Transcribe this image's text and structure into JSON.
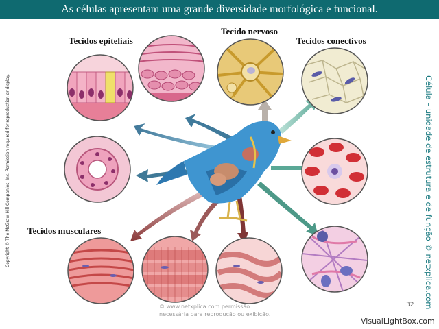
{
  "title": "As células apresentam uma grande diversidade morfológica e funcional.",
  "labels": {
    "epithelial": "Tecidos epiteliais",
    "nervous": "Tecido nervoso",
    "connective": "Tecidos conectivos",
    "muscular": "Tecidos musculares"
  },
  "side_left": "Copyright © The McGraw-Hill Companies, Inc. Permission required for reproduction or display.",
  "side_right": "Célula – unidade de estrutura e de função © netxplica.com",
  "page_number": "32",
  "watermark_line1": "© www.netxplica.com permissão",
  "watermark_line2": "necessária para reprodução ou exibição.",
  "brand": "VisualLightBox.com",
  "colors": {
    "title_bar": "#0f6a70",
    "side_text": "#1b7a80"
  }
}
